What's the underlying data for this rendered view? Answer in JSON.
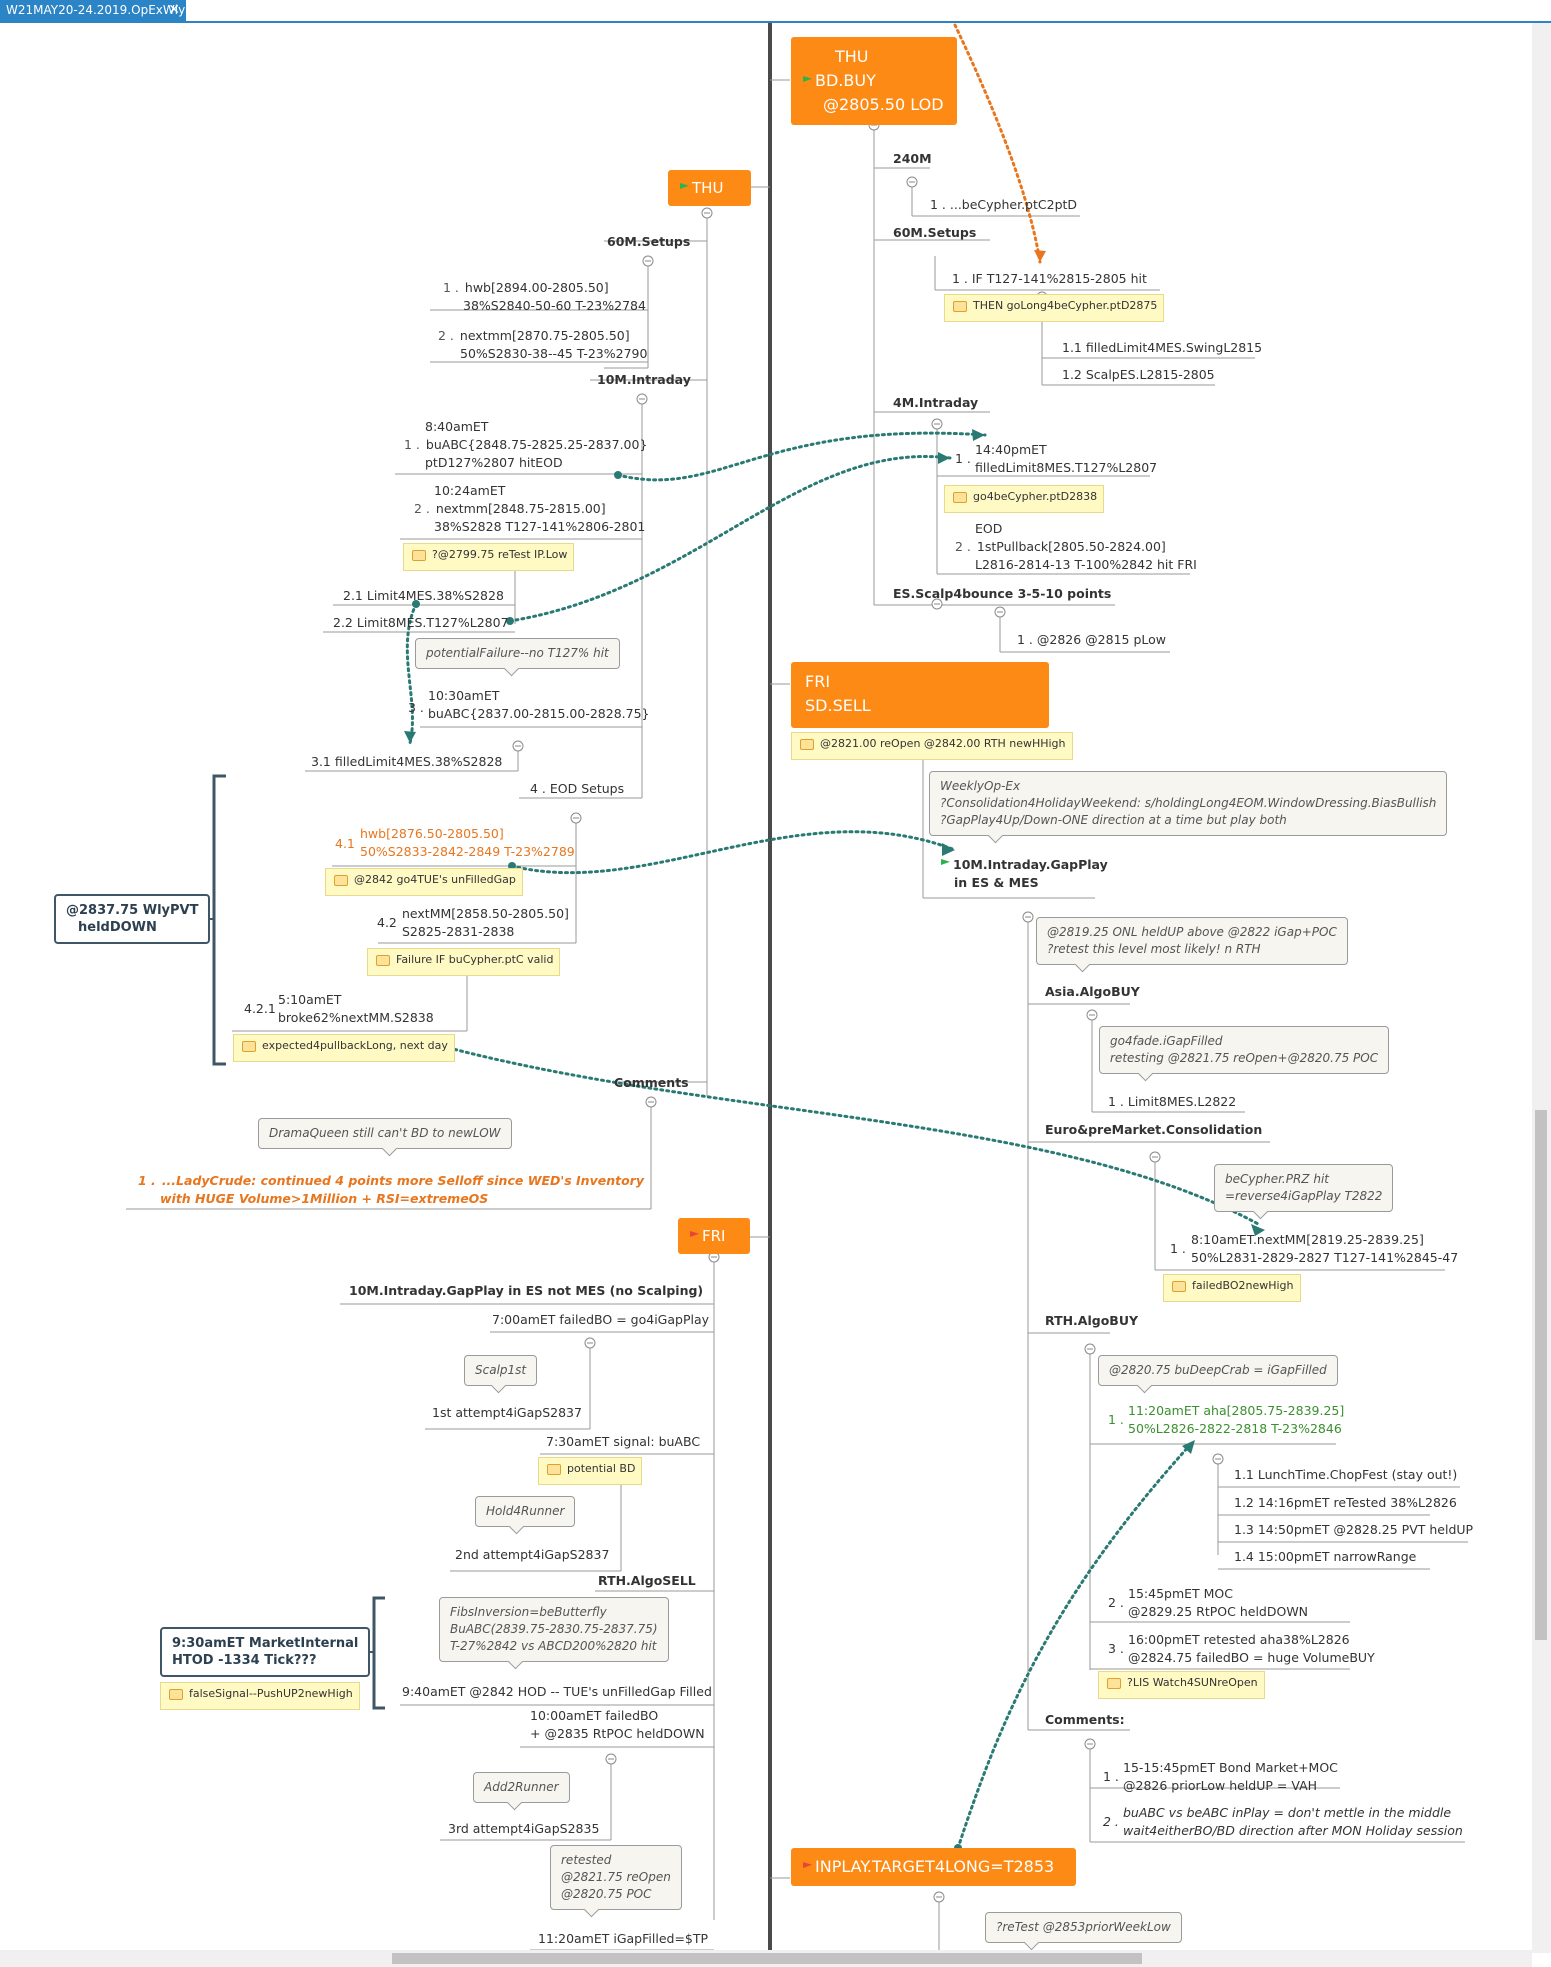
{
  "tab": {
    "title": "W21MAY20-24.2019.OpExWly",
    "close": "✕"
  },
  "left": {
    "thu_topic": "THU",
    "setups60": "60M.Setups",
    "hwb_num": "1 .",
    "hwb_l1": "hwb[2894.00-2805.50]",
    "hwb_l2": "38%S2840-50-60 T-23%2784",
    "nextmm_num": "2 .",
    "nextmm_l1": "nextmm[2870.75-2805.50]",
    "nextmm_l2": "50%S2830-38--45 T-23%2790",
    "intraday10": "10M.Intraday",
    "i1_time": "8:40amET",
    "i1_num": "1 .",
    "i1_l2": "buABC{2848.75-2825.25-2837.00}",
    "i1_l3": "ptD127%2807 hitEOD",
    "i2_time": "10:24amET",
    "i2_num": "2 .",
    "i2_l2": "nextmm[2848.75-2815.00]",
    "i2_l3": "38%S2828 T127-141%2806-2801",
    "note_retest": "?@2799.75 reTest IP.Low",
    "s21": "2.1  Limit4MES.38%S2828",
    "s22": "2.2  Limit8MES.T127%L2807",
    "callout_potfail": "potentialFailure--no T127% hit",
    "i3_time": "10:30amET",
    "i3_num": "3 .",
    "i3_l2": "buABC{2837.00-2815.00-2828.75}",
    "s31": "3.1  filledLimit4MES.38%S2828",
    "eod_setups": "4 .  EOD Setups",
    "s41_num": "4.1",
    "s41_l1": "hwb[2876.50-2805.50]",
    "s41_l2": "50%S2833-2842-2849 T-23%2789",
    "note_gap": "@2842 go4TUE's unFilledGap",
    "s42_num": "4.2",
    "s42_l1": "nextMM[2858.50-2805.50]",
    "s42_l2": "S2825-2831-2838",
    "note_failure": "Failure IF buCypher.ptC valid",
    "s421_num": "4.2.1",
    "s421_l1": "5:10amET",
    "s421_l2": "broke62%nextMM.S2838",
    "note_expected": "expected4pullbackLong, next day",
    "wlypvt_l1": "@2837.75 WlyPVT",
    "wlypvt_l2": "heldDOWN",
    "comments": "Comments",
    "callout_drama": "DramaQueen still can't BD to newLOW",
    "lady_num": "1 .",
    "lady_l1": "...LadyCrude:  continued 4 points more Selloff since WED's Inventory",
    "lady_l2": "with HUGE Volume>1Million + RSI=extremeOS",
    "fri_topic": "FRI",
    "gapplay": "10M.Intraday.GapPlay in ES not MES (no Scalping)",
    "f_700": "7:00amET failedBO = go4iGapPlay",
    "callout_scalp": "Scalp1st",
    "f_1st": "1st attempt4iGapS2837",
    "f_730": "7:30amET signal: buABC",
    "note_potbd": "potential BD",
    "callout_hold": "Hold4Runner",
    "f_2nd": "2nd attempt4iGapS2837",
    "rth_sell": "RTH.AlgoSELL",
    "callout_fibs_l1": "FibsInversion=beButterfly",
    "callout_fibs_l2": "BuABC(2839.75-2830.75-2837.75)",
    "callout_fibs_l3": "T-27%2842 vs ABCD200%2820 hit",
    "f_940": "9:40amET @2842 HOD -- TUE's unFilledGap Filled",
    "mkt_l1": "9:30amET MarketInternal",
    "mkt_l2": "HTOD -1334 Tick???",
    "note_false": "falseSignal--PushUP2newHigh",
    "f_1000_l1": "10:00amET  failedBO",
    "f_1000_l2": "+ @2835 RtPOC heldDOWN",
    "callout_add": "Add2Runner",
    "f_3rd": "3rd attempt4iGapS2835",
    "callout_ret_l1": "retested",
    "callout_ret_l2": "@2821.75 reOpen",
    "callout_ret_l3": "@2820.75 POC",
    "f_1120": "11:20amET iGapFilled=$TP"
  },
  "right": {
    "thu_l1": "THU",
    "thu_l2": "BD.BUY",
    "thu_l3": "@2805.50 LOD",
    "m240": "240M",
    "m240_1": "1 .  ...beCypher.ptC2ptD",
    "setups60": "60M.Setups",
    "if127": "1 .  IF T127-141%2815-2805 hit",
    "note_then": "THEN goLong4beCypher.ptD2875",
    "s11": "1.1  filledLimit4MES.SwingL2815",
    "s12": "1.2  ScalpES.L2815-2805",
    "intraday4": "4M.Intraday",
    "r1_num": "1 .",
    "r1_l1": "14:40pmET",
    "r1_l2": "filledLimit8MES.T127%L2807",
    "note_go4be": "go4beCypher.ptD2838",
    "r2_time": "EOD",
    "r2_num": "2 .",
    "r2_l2": "1stPullback[2805.50-2824.00]",
    "r2_l3": "L2816-2814-13 T-100%2842 hit FRI",
    "scalp": "ES.Scalp4bounce 3-5-10 points",
    "scalp_1": "1 .  @2826 @2815 pLow",
    "fri_l1": "FRI",
    "fri_l2": "SD.SELL",
    "note_reopen": "@2821.00 reOpen  @2842.00 RTH newHHigh",
    "callout_weekly_l1": "WeeklyOp-Ex",
    "callout_weekly_l2": "?Consolidation4HolidayWeekend:  s/holdingLong4EOM.WindowDressing.BiasBullish",
    "callout_weekly_l3": "?GapPlay4Up/Down-ONE direction at a time but play both",
    "gp_l1": "10M.Intraday.GapPlay",
    "gp_l2": "in ES & MES",
    "callout_onl_l1": "@2819.25 ONL heldUP above @2822 iGap+POC",
    "callout_onl_l2": "?retest this level most likely! n RTH",
    "asia": "Asia.AlgoBUY",
    "callout_fade_l1": "go4fade.iGapFilled",
    "callout_fade_l2": "retesting @2821.75 reOpen+@2820.75 POC",
    "asia_1": "1 .  Limit8MES.L2822",
    "euro": "Euro&preMarket.Consolidation",
    "callout_prz_l1": "beCypher.PRZ hit",
    "callout_prz_l2": "=reverse4iGapPlay T2822",
    "e1_num": "1 .",
    "e1_l1": "8:10amET.nextMM[2819.25-2839.25]",
    "e1_l2": "50%L2831-2829-2827 T127-141%2845-47",
    "note_failedbo": "failedBO2newHigh",
    "rth_buy": "RTH.AlgoBUY",
    "callout_crab": "@2820.75  buDeepCrab = iGapFilled",
    "aha_num": "1 .",
    "aha_l1": "11:20amET aha[2805.75-2839.25]",
    "aha_l2": "50%L2826-2822-2818 T-23%2846",
    "a11": "1.1  LunchTime.ChopFest (stay out!)",
    "a12": "1.2  14:16pmET reTested 38%L2826",
    "a13": "1.3  14:50pmET @2828.25 PVT heldUP",
    "a14": "1.4  15:00pmET narrowRange",
    "b2_num": "2 .",
    "b2_l1": "15:45pmET MOC",
    "b2_l2": "@2829.25 RtPOC heldDOWN",
    "b3_num": "3 .",
    "b3_l1": "16:00pmET retested aha38%L2826",
    "b3_l2": "@2824.75 failedBO = huge VolumeBUY",
    "note_lis": "?LIS Watch4SUNreOpen",
    "comments": "Comments:",
    "c1_num": "1 .",
    "c1_l1": "15-15:45pmET Bond Market+MOC",
    "c1_l2": "@2826 priorLow heldUP = VAH",
    "c2_num": "2 .",
    "c2_l1": "buABC vs beABC inPlay = don't mettle in the middle",
    "c2_l2": "wait4eitherBO/BD direction after MON Holiday session",
    "inplay": "INPLAY.TARGET4LONG=T2853",
    "callout_prior": "?reTest @2853priorWeekLow"
  },
  "colors": {
    "topic": "#fc8a14",
    "tab": "#2a84c6",
    "relationship": "#2a7a74",
    "relationship_orange": "#e8761e",
    "spine": "#4a4a4a"
  },
  "icons": [
    "flag-green-icon",
    "flag-red-icon",
    "note-icon",
    "collapse-icon",
    "close-icon"
  ]
}
